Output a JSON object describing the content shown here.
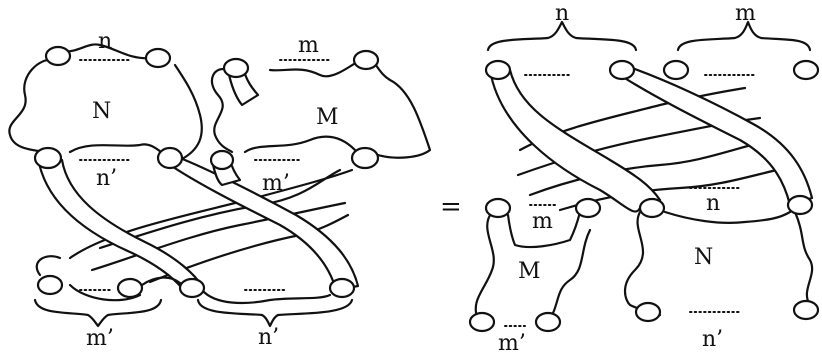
{
  "left": {
    "top_n": "n",
    "top_m": "m",
    "box_n": "N",
    "box_m": "M",
    "mid_n": "n’",
    "mid_m": "m’",
    "bot_m": "m’",
    "bot_n": "n’"
  },
  "equals": "=",
  "right": {
    "top_n": "n",
    "top_m": "m",
    "inner_m": "m",
    "inner_n": "n",
    "box_m": "M",
    "box_n": "N",
    "bot_m": "m’",
    "bot_n": "n’"
  }
}
